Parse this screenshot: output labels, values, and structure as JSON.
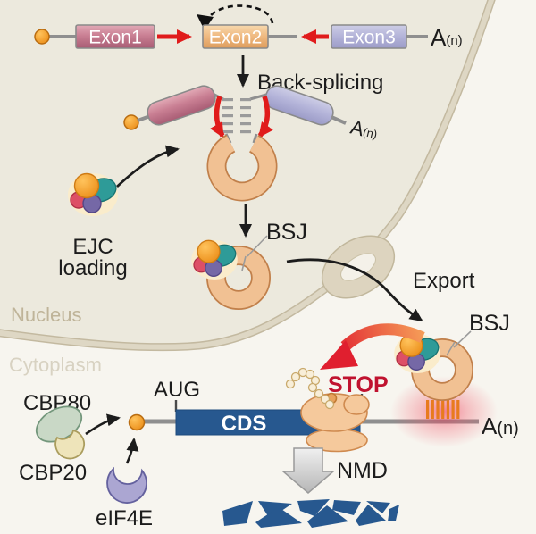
{
  "compartments": {
    "nucleus": "Nucleus",
    "cytoplasm": "Cytoplasm"
  },
  "pre_mrna": {
    "exon1": "Exon1",
    "exon2": "Exon2",
    "exon3": "Exon3",
    "polya_a": "A",
    "polya_n": "(n)"
  },
  "intermediate": {
    "polya_a": "A",
    "polya_n": "(n)"
  },
  "process": {
    "back_splicing": "Back-splicing",
    "export": "Export",
    "nmd": "NMD"
  },
  "ejc": {
    "line1": "EJC",
    "line2": "loading"
  },
  "bsj": {
    "nuclear": "BSJ",
    "cytoplasmic": "BSJ"
  },
  "mrna": {
    "start_codon": "AUG",
    "cds": "CDS",
    "stop_codon": "STOP",
    "polya_a": "A",
    "polya_n": "(n)"
  },
  "factors": {
    "cbp80": "CBP80",
    "cbp20": "CBP20",
    "eif4e": "eIF4E"
  },
  "colors": {
    "background": "#f7f5ef",
    "nucleus_fill": "#ece9dd",
    "envelope": "#d9d1bd",
    "exon1": "#c4718a",
    "exon2": "#f0bb83",
    "exon3": "#b5b5da",
    "circ_rna": "#f1c193",
    "circ_rna_border": "#c1804b",
    "splice_arrow_red": "#e01b1b",
    "cds_bar_blue": "#27588f",
    "stop_red": "#c0122f",
    "ejc_orange": "#f59c22",
    "ejc_teal": "#2e9b98",
    "ejc_crimson": "#dd4f66",
    "ejc_purple": "#7568a6",
    "cbp80_green": "#c9d8c6",
    "cbp20_cream": "#eee4ba",
    "eif4e_purple": "#aba6d2",
    "ribosome_orange": "#f5c99c",
    "glow_red": "rgba(237,28,70,0.5)"
  }
}
